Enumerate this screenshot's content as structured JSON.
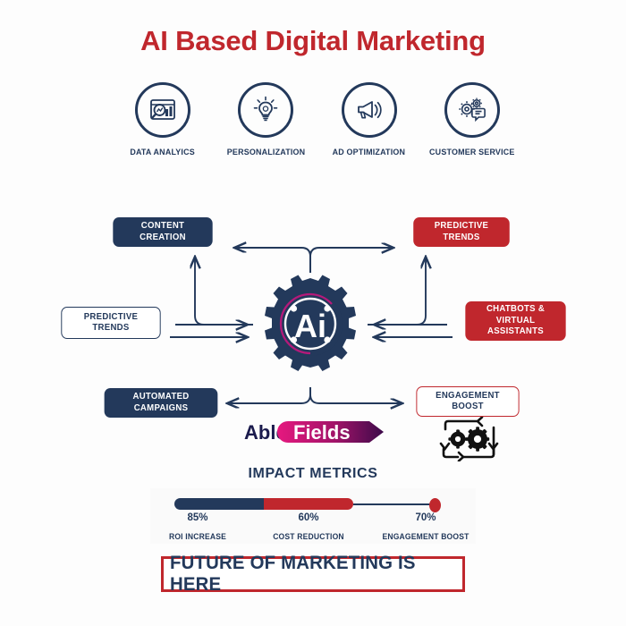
{
  "title": "AI Based Digital Marketing",
  "colors": {
    "navy": "#23395b",
    "red": "#c0272d",
    "background": "#fdfdfd",
    "logo_magenta": "#e6197f",
    "logo_purple": "#3d0a4a"
  },
  "capabilities": [
    {
      "label": "DATA ANALYICS",
      "icon": "chart-magnifier-icon"
    },
    {
      "label": "PERSONALIZATION",
      "icon": "lightbulb-icon"
    },
    {
      "label": "AD OPTIMIZATION",
      "icon": "megaphone-icon"
    },
    {
      "label": "CUSTOMER SERVICE",
      "icon": "gears-chat-icon"
    }
  ],
  "hub": {
    "label": "Ai",
    "icon": "ai-gear-icon"
  },
  "nodes": {
    "content_creation": "CONTENT CREATION",
    "predictive_trends_right": "PREDICTIVE TRENDS",
    "predictive_trends_left": "PREDICTIVE TRENDS",
    "chatbots": "CHATBOTS &\nVIRTUAL ASSISTANTS",
    "chatbots_line1": "CHATBOTS &",
    "chatbots_line2": "VIRTUAL ASSISTANTS",
    "automated_campaigns": "AUTOMATED CAMPAIGNS",
    "engagement_boost": "ENGAGEMENT BOOST"
  },
  "logo": {
    "word_dark": "Able",
    "word_light": "Fields"
  },
  "cycle_icon": "gears-cycle-icon",
  "metrics_title": "IMPACT METRICS",
  "chart_data": {
    "type": "bar",
    "title": "IMPACT METRICS",
    "categories": [
      "ROI INCREASE",
      "COST REDUCTION",
      "ENGAGEMENT BOOST"
    ],
    "values": [
      85,
      60,
      70
    ],
    "value_labels": [
      "85%",
      "60%",
      "70%"
    ],
    "colors": [
      "#23395b",
      "#c0272d",
      "#c0272d"
    ],
    "xlabel": "",
    "ylabel": "",
    "ylim": [
      0,
      100
    ],
    "grid": false,
    "legend": "none"
  },
  "footer_banner": "FUTURE OF MARKETING IS HERE"
}
